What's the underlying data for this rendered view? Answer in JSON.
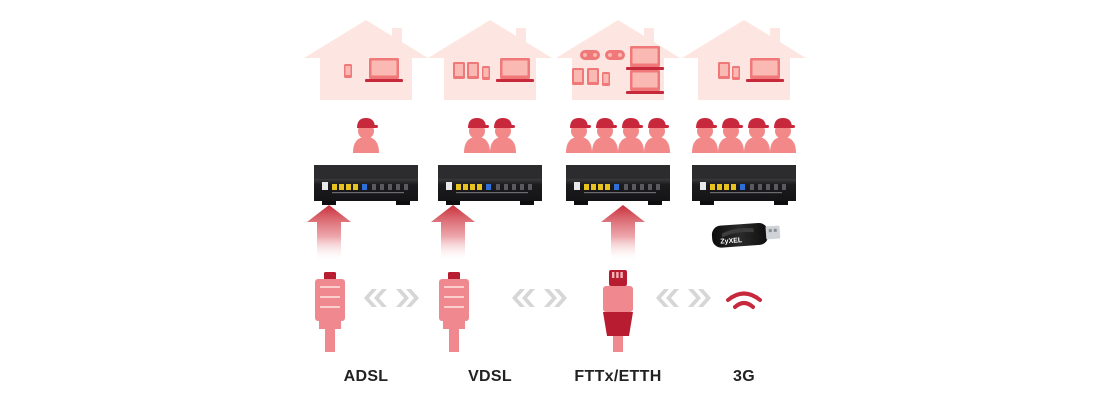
{
  "colors": {
    "house_fill": "#fde6e1",
    "device": "#f07878",
    "device_dark": "#c8283c",
    "person": "#f28888",
    "router_body": "#1c1c1e",
    "router_top": "#2c2c2e",
    "port_yellow": "#e8c21e",
    "port_blue": "#2d6fd6",
    "arrow": "#c82e3a",
    "cable": "#f08890",
    "cable_dark": "#b81c30",
    "chevron": "#d6d6d6",
    "label_text": "#222222",
    "dongle_black": "#1a1a1a",
    "dongle_metal": "#cfd3d8"
  },
  "icons": {
    "house": "house-icon",
    "person": "person-icon",
    "router": "router-icon",
    "cable": "ethernet-plug-icon",
    "signal": "wifi-signal-icon",
    "dongle": "usb-dongle-icon",
    "chevron": "double-chevron-icon"
  },
  "columns": [
    {
      "id": "adsl",
      "label": "ADSL",
      "users": 1,
      "devices": [
        "phone",
        "laptop"
      ],
      "connection": "cable",
      "arrow": "phone-port"
    },
    {
      "id": "vdsl",
      "label": "VDSL",
      "users": 2,
      "devices": [
        "tablet",
        "tablet",
        "phone",
        "laptop"
      ],
      "connection": "cable",
      "arrow": "phone-port"
    },
    {
      "id": "fttx",
      "label": "FTTx/ETTH",
      "users": 4,
      "devices": [
        "gamepad",
        "gamepad",
        "tablet",
        "tablet",
        "phone",
        "laptop",
        "laptop"
      ],
      "connection": "fiber",
      "arrow": "wan-port"
    },
    {
      "id": "3g",
      "label": "3G",
      "users": 4,
      "devices": [
        "tablet",
        "phone",
        "laptop"
      ],
      "connection": "wireless",
      "arrow": "none",
      "dongle_brand": "ZyXEL"
    }
  ]
}
